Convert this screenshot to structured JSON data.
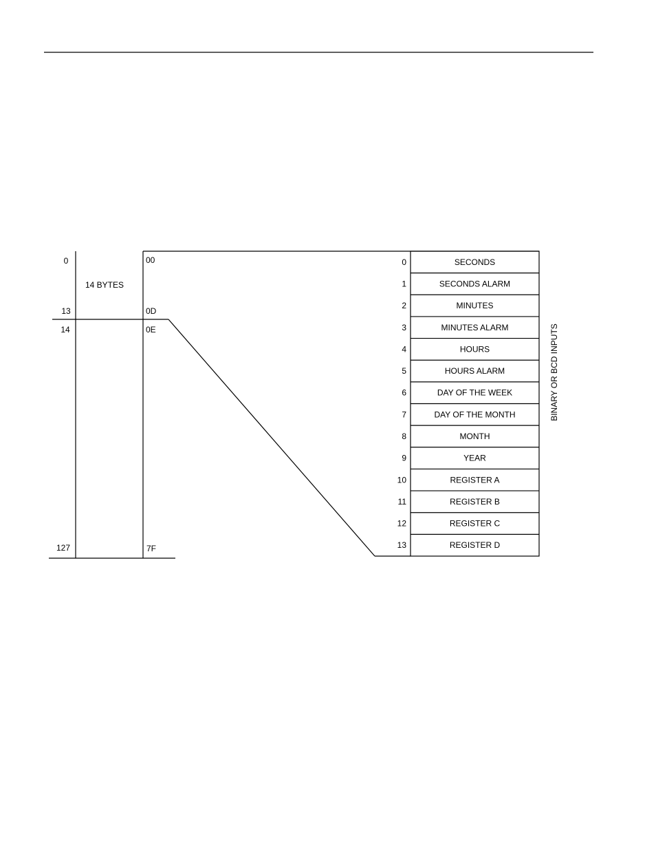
{
  "memory_map": {
    "decimal_addresses": {
      "start": "0",
      "block_end": "13",
      "rest_start": "14",
      "end": "127"
    },
    "hex_addresses": {
      "start": "00",
      "block_end": "0D",
      "rest_start": "0E",
      "end": "7F"
    },
    "block_label": "14 BYTES"
  },
  "registers": [
    {
      "index": "0",
      "name": "SECONDS"
    },
    {
      "index": "1",
      "name": "SECONDS ALARM"
    },
    {
      "index": "2",
      "name": "MINUTES"
    },
    {
      "index": "3",
      "name": "MINUTES ALARM"
    },
    {
      "index": "4",
      "name": "HOURS"
    },
    {
      "index": "5",
      "name": "HOURS ALARM"
    },
    {
      "index": "6",
      "name": "DAY OF THE WEEK"
    },
    {
      "index": "7",
      "name": "DAY OF THE MONTH"
    },
    {
      "index": "8",
      "name": "MONTH"
    },
    {
      "index": "9",
      "name": "YEAR"
    },
    {
      "index": "10",
      "name": "REGISTER A"
    },
    {
      "index": "11",
      "name": "REGISTER B"
    },
    {
      "index": "12",
      "name": "REGISTER C"
    },
    {
      "index": "13",
      "name": "REGISTER D"
    }
  ],
  "side_label": "BINARY OR BCD INPUTS"
}
